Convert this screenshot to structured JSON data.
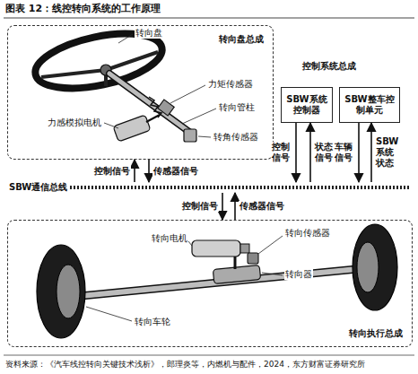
{
  "diagram": {
    "title": "图表 12：线控转向系统的工作原理",
    "caption": "资料来源：《汽车线控转向关键技术浅析》，郎理炎等，内燃机与配件，2024，东方财富证券研究所",
    "nodes": [
      {
        "text": [
          "转向盘总成"
        ]
      },
      {
        "text": [
          "SBW系统控制器"
        ]
      },
      {
        "text": [
          "SBW整车控制单元"
        ]
      },
      {
        "text": [
          "SBW通信总线"
        ]
      },
      {
        "text": [
          "转向执行总成"
        ]
      }
    ],
    "edges": [
      {
        "from": 3,
        "to": 0,
        "arrow": "to",
        "label": "控制信号"
      },
      {
        "from": 0,
        "to": 3,
        "arrow": "to",
        "label": "传感器信号"
      },
      {
        "from": 1,
        "to": 3,
        "arrow": "to",
        "label": "控制信号"
      },
      {
        "from": 3,
        "to": 1,
        "arrow": "to",
        "label": "状态信号"
      },
      {
        "from": 2,
        "to": 3,
        "arrow": "to",
        "label": "车辆信号"
      },
      {
        "from": 3,
        "to": 2,
        "arrow": "to",
        "label": "SBW系统状态"
      },
      {
        "from": 3,
        "to": 4,
        "arrow": "to",
        "label": "控制信号"
      },
      {
        "from": 4,
        "to": 3,
        "arrow": "to",
        "label": "传感器信号"
      }
    ],
    "labels": [
      "转向盘",
      "力矩传感器",
      "转向管柱",
      "力感模拟电机",
      "转角传感器",
      "控制系统总成",
      "转向电机",
      "转向传感器",
      "转向器",
      "转向车轮"
    ]
  }
}
